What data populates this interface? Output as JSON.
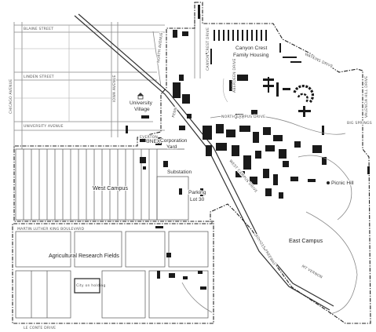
{
  "streets": {
    "blaine": "BLAINE STREET",
    "linden": "LINDEN STREET",
    "university": "UNIVERSITY AVENUE",
    "chicago": "CHICAGO AVENUE",
    "iowa": "IOWA AVENUE",
    "north_campus": "NORTH CAMPUS DRIVE",
    "martin_luther_king": "MARTIN LUTHER KING BOULEVARD",
    "le_conte": "LE CONTE DRIVE",
    "big_springs": "BIG SPRINGS",
    "west_campus_drive": "WEST CAMPUS DRIVE",
    "canyon_crest_drive": "CANYON CREST DRIVE",
    "everton": "EVERTON",
    "valencia_hill": "VALENCIA HILL DRIVE",
    "watkins": "WATKINS DRIVE",
    "mt_vernon": "MT VERNON",
    "aberdeen": "ABERDEEN DRIVE",
    "north_avenue": "NORTH AVENUE",
    "pennsylvania": "PENN",
    "freeway": "60 / 215 FREEWAY"
  },
  "areas": {
    "canyon_crest": "Canyon Crest",
    "family_housing": "Family Housing",
    "university_village_1": "University",
    "university_village_2": "Village",
    "unex": "UNEX",
    "corp_yard_1": "Corporation",
    "corp_yard_2": "Yard",
    "west_campus": "West Campus",
    "substation": "Substation",
    "parking_1": "Parking",
    "parking_2": "Lot 30",
    "picnic_hill": "Picnic Hill",
    "east_campus": "East Campus",
    "ag_fields": "Agricultural Research Fields",
    "city_holding": "City on holding"
  },
  "colors": {
    "building": "#1a1a1a",
    "boundary": "#222222",
    "road": "#888888"
  },
  "icons": {
    "university_village": "house-icon"
  }
}
